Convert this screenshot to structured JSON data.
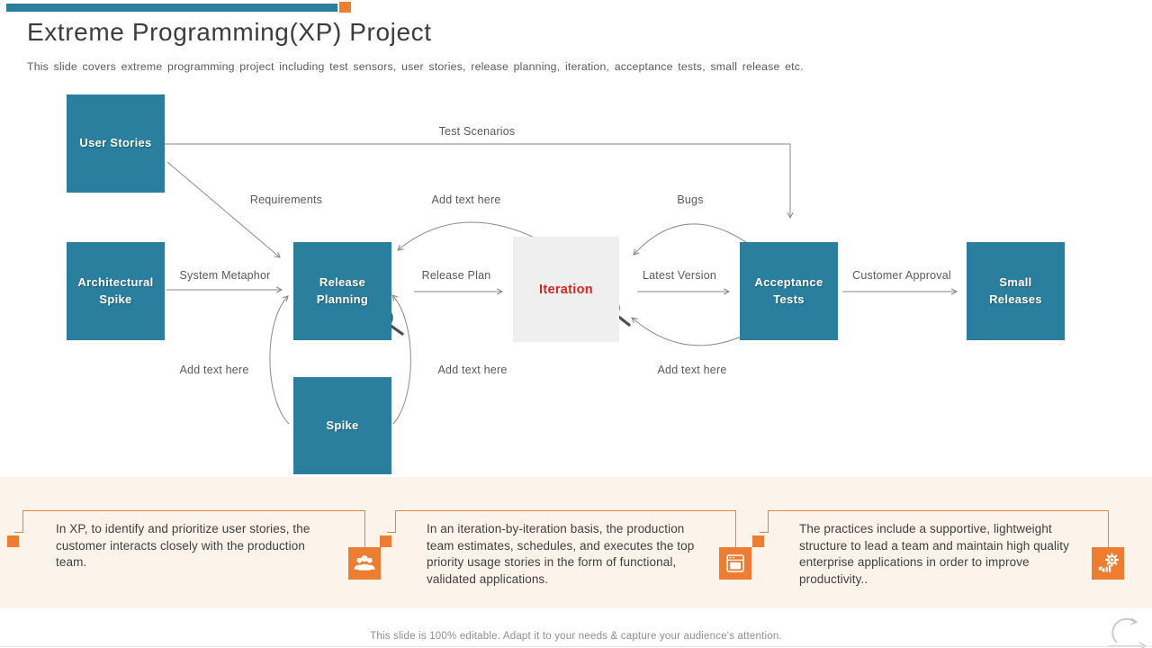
{
  "slide": {
    "title": "Extreme Programming(XP) Project",
    "subtitle": "This slide covers extreme programming project including test sensors, user stories, release planning, iteration, acceptance tests, small release etc.",
    "footer": "This slide is 100% editable. Adapt it to your needs & capture your audience's attention.",
    "colors": {
      "teal": "#2A7E9E",
      "orange": "#ED7D31",
      "iteration_red": "#D9251D",
      "iteration_bg": "#EFEFEF",
      "notes_band_bg": "#FCF3EB",
      "label_gray": "#595959",
      "connector_gray": "#8a8a8a"
    }
  },
  "diagram": {
    "boxes": {
      "user_stories": "User Stories",
      "architectural_spike": "Architectural Spike",
      "release_planning": "Release Planning",
      "spike": "Spike",
      "iteration": "Iteration",
      "acceptance_tests": "Acceptance Tests",
      "small_releases": "Small Releases"
    },
    "labels": {
      "test_scenarios": "Test Scenarios",
      "requirements": "Requirements",
      "add_text_top": "Add text here",
      "bugs": "Bugs",
      "system_metaphor": "System Metaphor",
      "release_plan": "Release Plan",
      "latest_version": "Latest Version",
      "customer_approval": "Customer Approval",
      "add_text_left": "Add text here",
      "add_text_mid": "Add text here",
      "add_text_right": "Add text here"
    },
    "icons": [
      "magnifier-icon",
      "magnifier-icon",
      "loop-arrow-logo"
    ]
  },
  "notes": [
    {
      "icon": "group-icon",
      "text": "In XP, to identify and prioritize user stories, the customer interacts closely with the production team."
    },
    {
      "icon": "schedule-icon",
      "text": "In an iteration-by-iteration basis, the production team estimates, schedules, and executes the top priority usage stories in the form of functional, validated applications."
    },
    {
      "icon": "productivity-icon",
      "text": "The practices include a supportive, lightweight structure to lead a team and maintain high quality enterprise applications in order to improve productivity.."
    }
  ]
}
